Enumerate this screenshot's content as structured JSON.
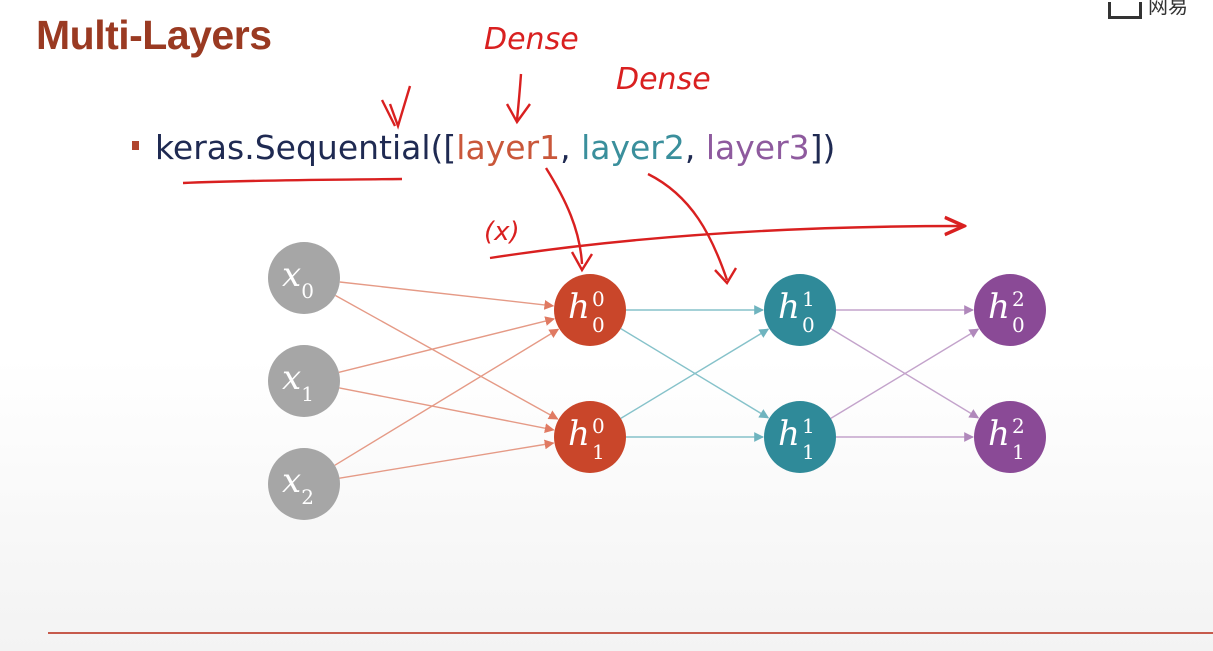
{
  "title": "Multi-Layers",
  "code": {
    "prefix": "keras.Sequential([",
    "layer1": "layer1",
    "sep1": ", ",
    "layer2": "layer2",
    "sep2": ", ",
    "layer3": "layer3",
    "suffix": "])"
  },
  "annotations": {
    "dense_1": "Dense",
    "dense_2": "Dense",
    "input_mark": "(x)"
  },
  "corner_text": "网易",
  "colors": {
    "title": "#9a3a22",
    "input_node": "#a6a6a6",
    "layer1": "#c9462a",
    "layer2": "#2f8a99",
    "layer3": "#8a4a96",
    "ink": "#d92020"
  },
  "network": {
    "inputs": [
      {
        "base": "x",
        "sub": "0"
      },
      {
        "base": "x",
        "sub": "1"
      },
      {
        "base": "x",
        "sub": "2"
      }
    ],
    "layers": [
      {
        "name": "layer1",
        "color": "#c9462a",
        "nodes": [
          {
            "base": "h",
            "sup": "0",
            "sub": "0"
          },
          {
            "base": "h",
            "sup": "0",
            "sub": "1"
          }
        ]
      },
      {
        "name": "layer2",
        "color": "#2f8a99",
        "nodes": [
          {
            "base": "h",
            "sup": "1",
            "sub": "0"
          },
          {
            "base": "h",
            "sup": "1",
            "sub": "1"
          }
        ]
      },
      {
        "name": "layer3",
        "color": "#8a4a96",
        "nodes": [
          {
            "base": "h",
            "sup": "2",
            "sub": "0"
          },
          {
            "base": "h",
            "sup": "2",
            "sub": "1"
          }
        ]
      }
    ]
  }
}
